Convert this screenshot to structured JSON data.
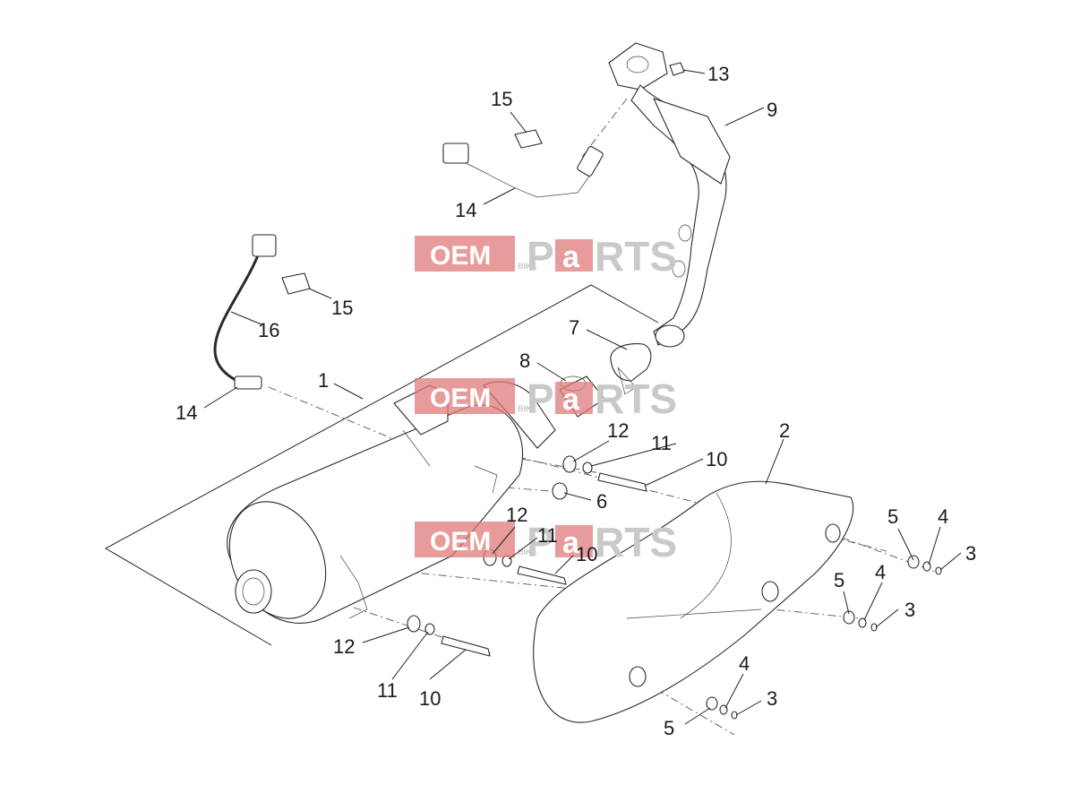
{
  "watermark": {
    "left": "OEM",
    "small": "BIKE",
    "right_a": "P",
    "right_b": "a",
    "right_c": "RTS",
    "box_color": "#e07a7a",
    "text_gray": "#c9c9c9"
  },
  "callouts": {
    "c1": "1",
    "c2": "2",
    "c3a": "3",
    "c3b": "3",
    "c3c": "3",
    "c4a": "4",
    "c4b": "4",
    "c4c": "4",
    "c5a": "5",
    "c5b": "5",
    "c5c": "5",
    "c6": "6",
    "c7": "7",
    "c8": "8",
    "c9": "9",
    "c10a": "10",
    "c10b": "10",
    "c10c": "10",
    "c11a": "11",
    "c11b": "11",
    "c11c": "11",
    "c12a": "12",
    "c12b": "12",
    "c12c": "12",
    "c13": "13",
    "c14a": "14",
    "c14b": "14",
    "c15a": "15",
    "c15b": "15",
    "c16": "16"
  }
}
